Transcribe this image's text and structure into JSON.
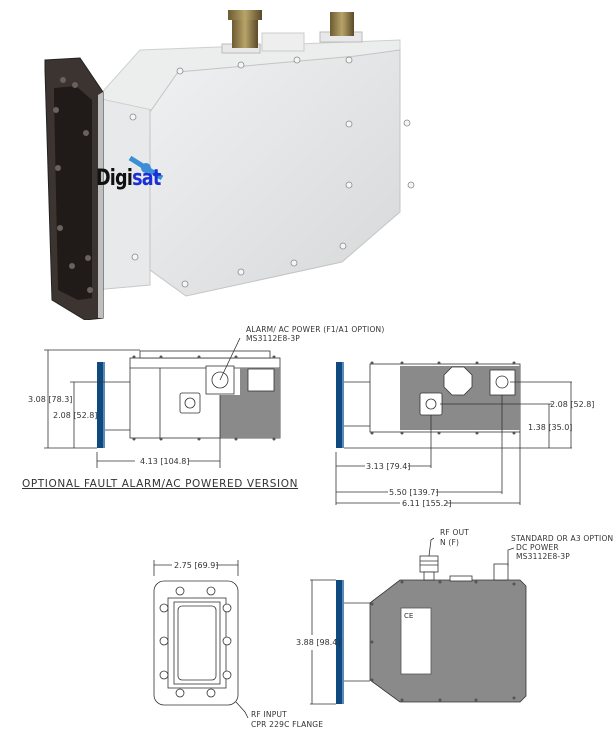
{
  "photo": {
    "logo": {
      "part1": "Digi",
      "part2": "sat"
    },
    "colors": {
      "body": "#e4e6e7",
      "flange_dark": "#3a3330",
      "brass": "#8a7a4a"
    }
  },
  "views": {
    "top_left": {
      "callout_line1": "ALARM/ AC POWER (F1/A1 OPTION)",
      "callout_line2": "MS3112E8-3P",
      "dim_height_total": "3.08 [78.3]",
      "dim_height_center": "2.08 [52.8]",
      "dim_length": "4.13 [104.8]",
      "caption": "OPTIONAL FAULT ALARM/AC POWERED VERSION"
    },
    "top_right": {
      "dim_conn_height": "2.08 [52.8]",
      "dim_rf_height": "1.38 [35.0]",
      "dim_rf_offset": "3.13 [79.4]",
      "dim_dc_offset": "5.50 [139.7]",
      "dim_overall": "6.11 [155.2]"
    },
    "flange_front": {
      "dim_width": "2.75 [69.9]",
      "callout_line1": "RF INPUT",
      "callout_line2": "CPR 229C FLANGE"
    },
    "side": {
      "dim_height": "3.88 [98.4]",
      "rf_out_line1": "RF OUT",
      "rf_out_line2": "N (F)",
      "dc_line1": "STANDARD OR A3 OPTION",
      "dc_line2": "DC POWER",
      "dc_line3": "MS3112E8-3P",
      "label_mark": "CE"
    }
  },
  "colors": {
    "flange_blue": "#0e4a80",
    "flange_edge": "#8fb6dc",
    "panel_gray": "#8a8a8a",
    "line": "#333333"
  }
}
